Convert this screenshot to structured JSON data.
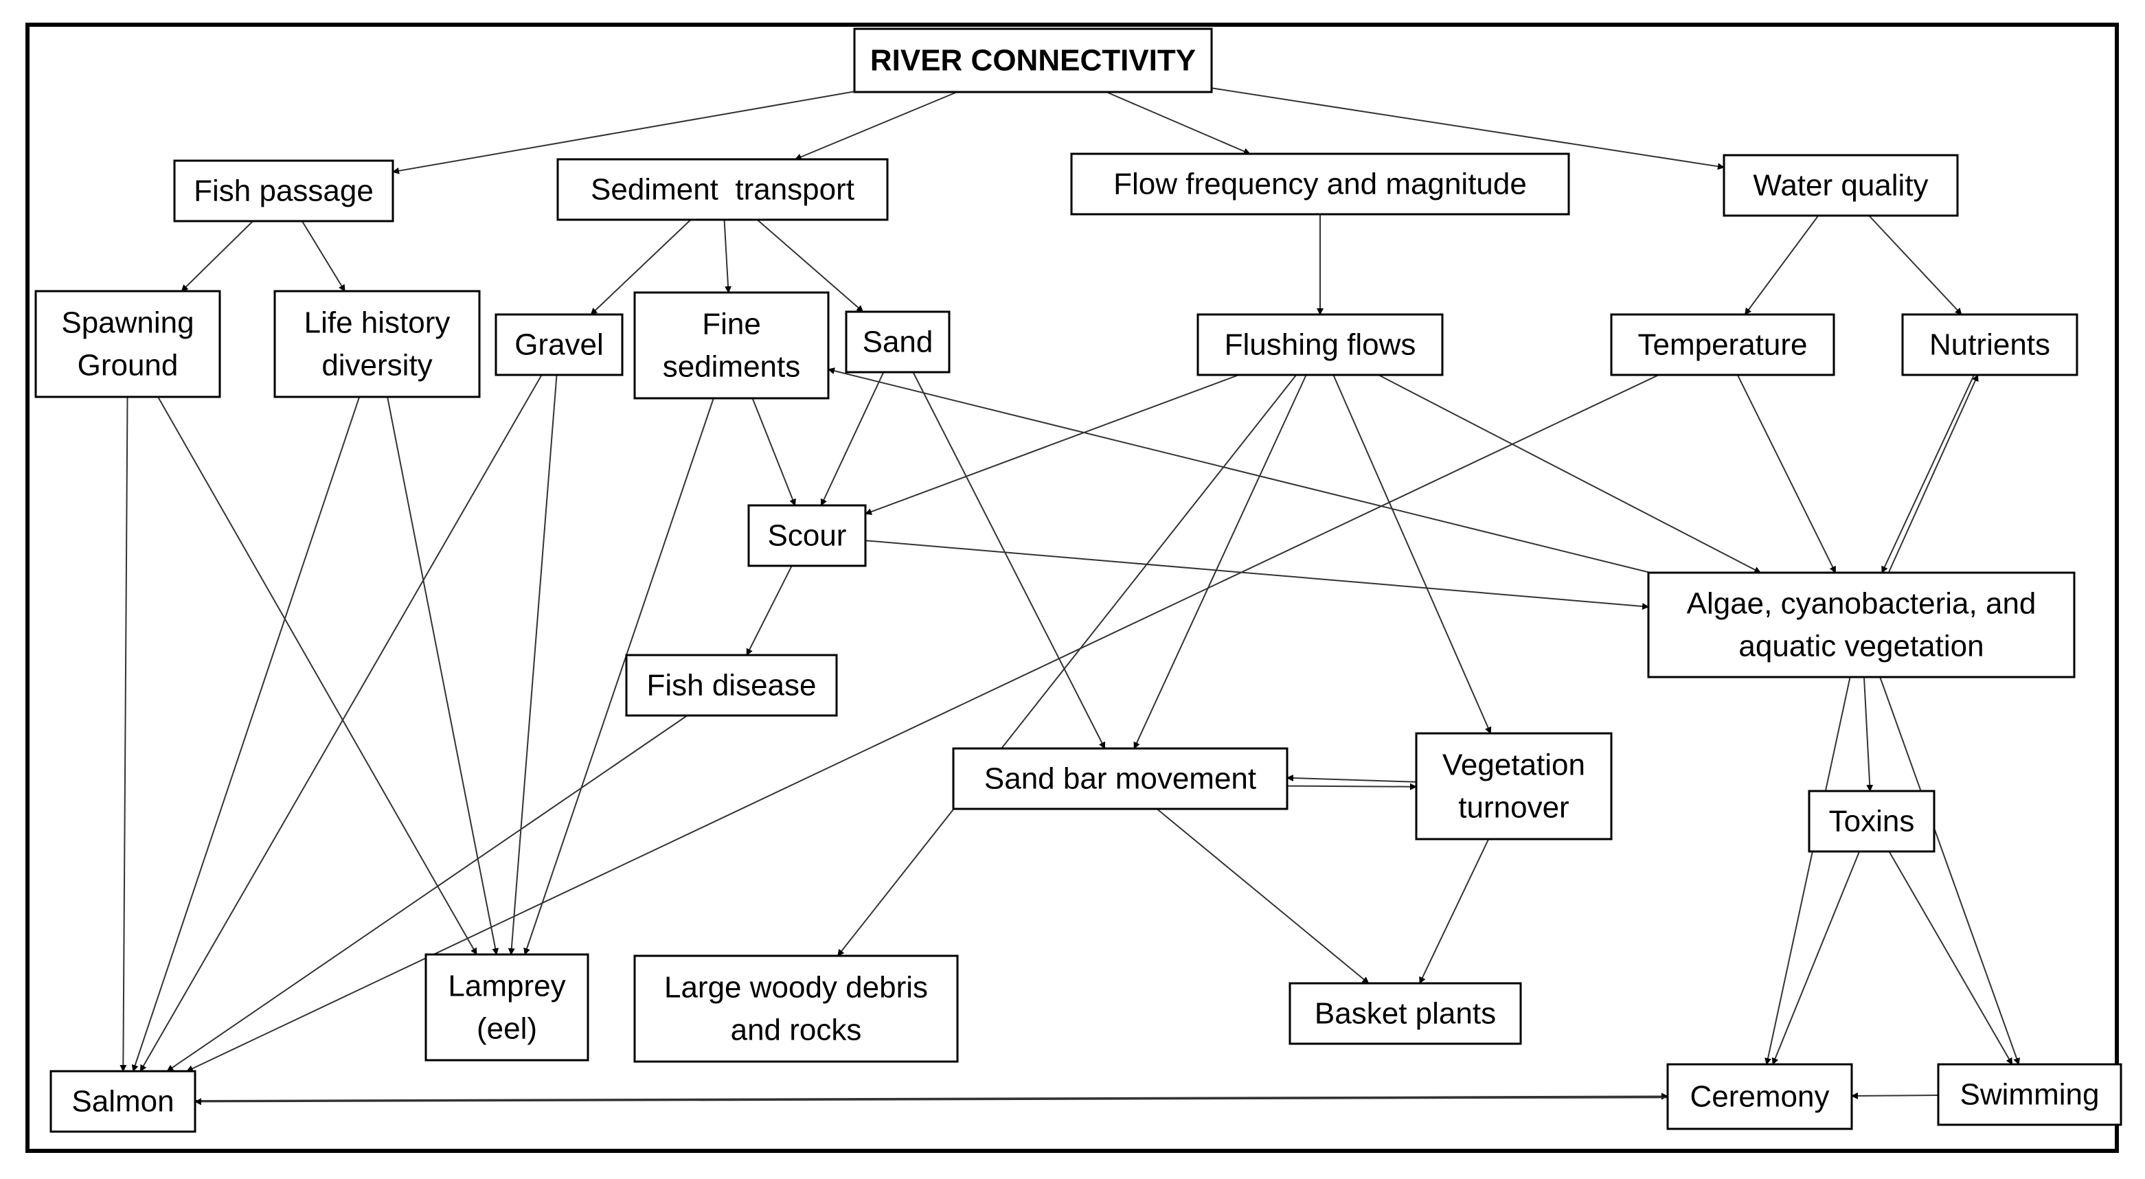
{
  "nodes": [
    {
      "id": "river",
      "lines": [
        "RIVER CONNECTIVITY"
      ],
      "bold": true
    },
    {
      "id": "fish_passage",
      "lines": [
        "Fish passage"
      ]
    },
    {
      "id": "sediment",
      "lines": [
        "Sediment  transport"
      ]
    },
    {
      "id": "flow",
      "lines": [
        "Flow frequency and magnitude"
      ]
    },
    {
      "id": "water_quality",
      "lines": [
        "Water quality"
      ]
    },
    {
      "id": "spawning",
      "lines": [
        "Spawning",
        "Ground"
      ]
    },
    {
      "id": "life_history",
      "lines": [
        "Life history",
        "diversity"
      ]
    },
    {
      "id": "gravel",
      "lines": [
        "Gravel"
      ]
    },
    {
      "id": "fine_sed",
      "lines": [
        "Fine",
        "sediments"
      ]
    },
    {
      "id": "sand",
      "lines": [
        "Sand"
      ]
    },
    {
      "id": "flushing",
      "lines": [
        "Flushing flows"
      ]
    },
    {
      "id": "temperature",
      "lines": [
        "Temperature"
      ]
    },
    {
      "id": "nutrients",
      "lines": [
        "Nutrients"
      ]
    },
    {
      "id": "scour",
      "lines": [
        "Scour"
      ]
    },
    {
      "id": "algae",
      "lines": [
        "Algae, cyanobacteria, and",
        "aquatic vegetation"
      ]
    },
    {
      "id": "fish_disease",
      "lines": [
        "Fish disease"
      ]
    },
    {
      "id": "sandbar",
      "lines": [
        "Sand bar movement"
      ]
    },
    {
      "id": "veg_turnover",
      "lines": [
        "Vegetation",
        "turnover"
      ]
    },
    {
      "id": "toxins",
      "lines": [
        "Toxins"
      ]
    },
    {
      "id": "lamprey",
      "lines": [
        "Lamprey",
        "(eel)"
      ]
    },
    {
      "id": "lwd",
      "lines": [
        "Large woody debris",
        "and rocks"
      ]
    },
    {
      "id": "basket",
      "lines": [
        "Basket plants"
      ]
    },
    {
      "id": "salmon",
      "lines": [
        "Salmon"
      ]
    },
    {
      "id": "ceremony",
      "lines": [
        "Ceremony"
      ]
    },
    {
      "id": "swimming",
      "lines": [
        "Swimming"
      ]
    }
  ],
  "edges": [
    [
      "river",
      "fish_passage"
    ],
    [
      "river",
      "sediment"
    ],
    [
      "river",
      "flow"
    ],
    [
      "river",
      "water_quality"
    ],
    [
      "fish_passage",
      "spawning"
    ],
    [
      "fish_passage",
      "life_history"
    ],
    [
      "sediment",
      "gravel"
    ],
    [
      "sediment",
      "fine_sed"
    ],
    [
      "sediment",
      "sand"
    ],
    [
      "flow",
      "flushing"
    ],
    [
      "water_quality",
      "temperature"
    ],
    [
      "water_quality",
      "nutrients"
    ],
    [
      "spawning",
      "salmon"
    ],
    [
      "spawning",
      "lamprey"
    ],
    [
      "life_history",
      "salmon"
    ],
    [
      "life_history",
      "lamprey"
    ],
    [
      "gravel",
      "salmon"
    ],
    [
      "gravel",
      "lamprey"
    ],
    [
      "fine_sed",
      "lamprey"
    ],
    [
      "fine_sed",
      "scour"
    ],
    [
      "sand",
      "scour"
    ],
    [
      "sand",
      "sandbar"
    ],
    [
      "scour",
      "fish_disease"
    ],
    [
      "scour",
      "algae"
    ],
    [
      "fish_disease",
      "salmon"
    ],
    [
      "flushing",
      "scour"
    ],
    [
      "flushing",
      "lwd"
    ],
    [
      "flushing",
      "sandbar"
    ],
    [
      "flushing",
      "veg_turnover"
    ],
    [
      "flushing",
      "algae"
    ],
    [
      "temperature",
      "salmon"
    ],
    [
      "temperature",
      "algae"
    ],
    [
      "nutrients",
      "algae"
    ],
    [
      "algae",
      "nutrients"
    ],
    [
      "algae",
      "fine_sed"
    ],
    [
      "algae",
      "toxins"
    ],
    [
      "algae",
      "ceremony"
    ],
    [
      "algae",
      "swimming"
    ],
    [
      "toxins",
      "ceremony"
    ],
    [
      "toxins",
      "swimming"
    ],
    [
      "swimming",
      "ceremony"
    ],
    [
      "sandbar",
      "veg_turnover"
    ],
    [
      "veg_turnover",
      "sandbar"
    ],
    [
      "sandbar",
      "basket"
    ],
    [
      "veg_turnover",
      "basket"
    ],
    [
      "salmon",
      "ceremony"
    ],
    [
      "ceremony",
      "salmon"
    ]
  ]
}
